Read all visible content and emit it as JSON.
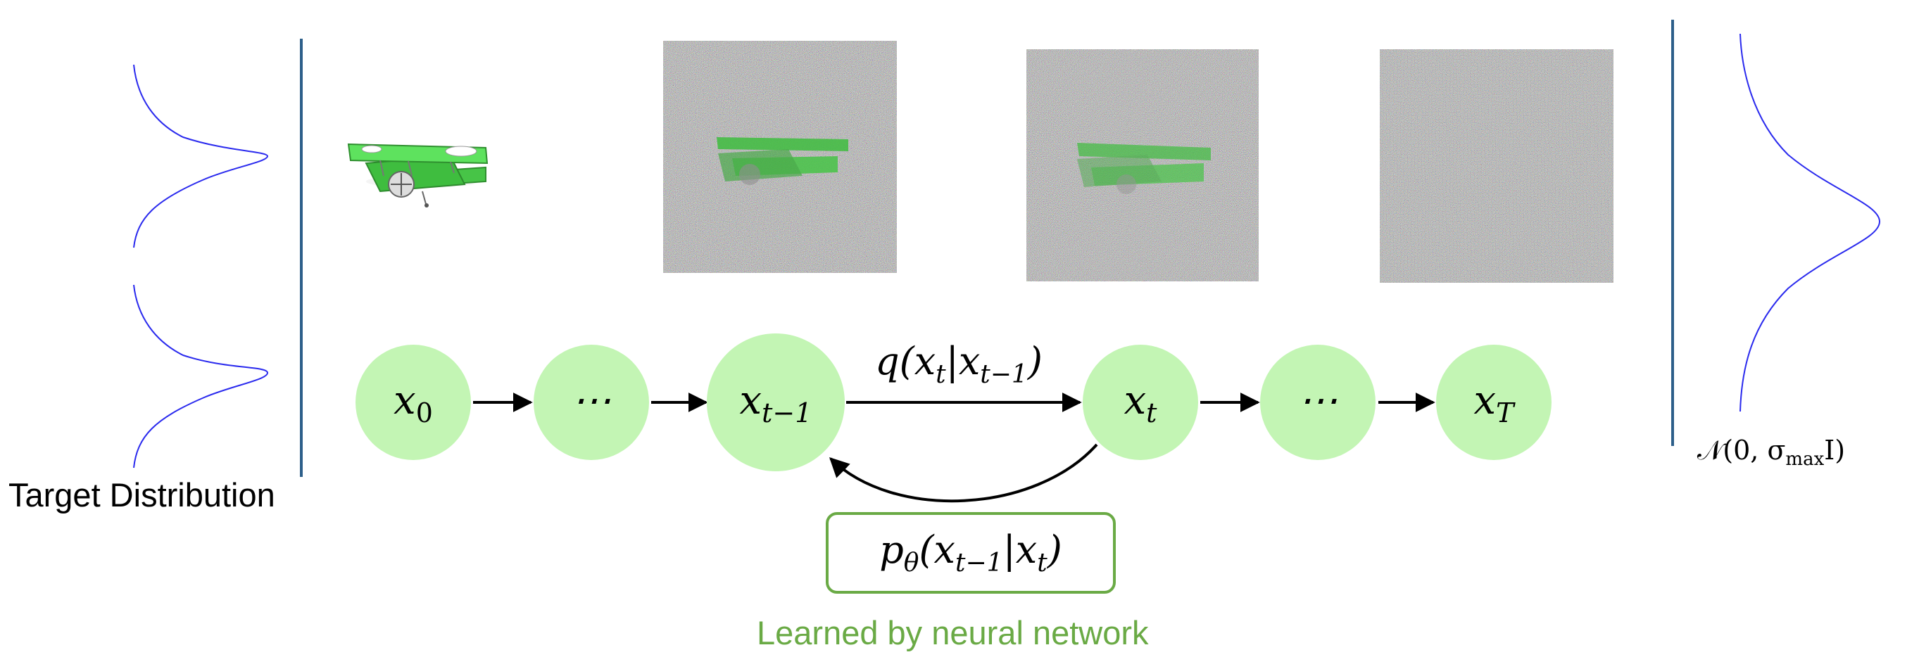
{
  "left_label": "Target Distribution",
  "bottom_label": "Learned by neural network",
  "right_label": {
    "prefix": "𝒩(0, σ",
    "sub": "max",
    "suffix": "I)"
  },
  "nodes": [
    {
      "id": "x0",
      "base": "x",
      "sub": "0"
    },
    {
      "id": "dots1",
      "base": "⋯",
      "sub": ""
    },
    {
      "id": "xtm1",
      "base": "x",
      "sub": "t−1"
    },
    {
      "id": "xt",
      "base": "x",
      "sub": "t"
    },
    {
      "id": "dots2",
      "base": "⋯",
      "sub": ""
    },
    {
      "id": "xT",
      "base": "x",
      "sub": "T"
    }
  ],
  "forward_label": {
    "parts": [
      "q(x",
      "t",
      "|x",
      "t−1",
      ")"
    ]
  },
  "reverse_label": {
    "parts": [
      "p",
      "θ",
      "(x",
      "t−1",
      "|x",
      "t",
      ")"
    ]
  },
  "colors": {
    "node_fill": "#c3f5b4",
    "reverse_box_border": "#6aaa45",
    "curve": "#2a2aee",
    "divider": "#2d5f8a",
    "airplane": "#4cd64c"
  }
}
